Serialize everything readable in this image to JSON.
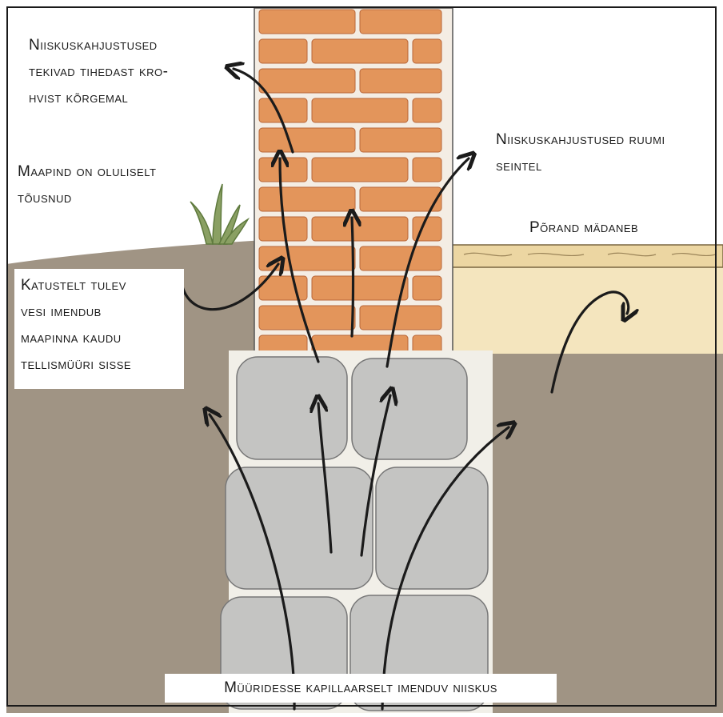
{
  "labels": {
    "plaster_damage": [
      "Niiskuskahjustused",
      "tekivad tihedast kro-",
      "hvist kõrgemal"
    ],
    "ground_raised": [
      "Maapind on oluliselt",
      "tõusnud"
    ],
    "wall_damage": [
      "Niiskuskahjustused ruumi",
      "seintel"
    ],
    "floor_rots": [
      "Põrand mädaneb"
    ],
    "roof_water": [
      "Katustelt tulev",
      "vesi imendub",
      "maapinna kaudu",
      "tellismüüri  sisse"
    ],
    "capillary": [
      "Müüridesse kapillaarselt imenduv niiskus"
    ]
  },
  "colors": {
    "soil": "#a09484",
    "soil_dark": "#8f8271",
    "brick": "#e3955b",
    "mortar": "#f4ede4",
    "stone": "#c4c4c2",
    "floor_board": "#ecd6a2",
    "floor_fill": "#f4e5be",
    "grass": "#8aa063",
    "arrow": "#1b1b1b"
  }
}
